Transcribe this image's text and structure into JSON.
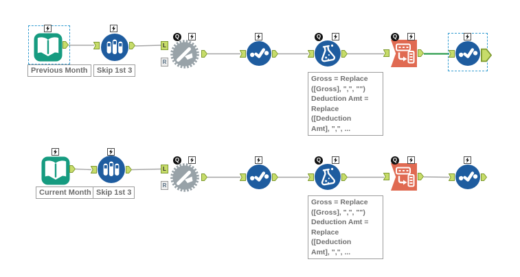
{
  "app": "workflow-canvas",
  "colors": {
    "input_tool_teal": "#169B80",
    "tool_blue": "#1E5C9F",
    "tool_gray": "#98A2A8",
    "tool_salmon": "#E06A52",
    "anchor_fill": "#C7DC6A",
    "anchor_border": "#7D992F",
    "wire_gray": "#A6A6A6",
    "wire_green": "#2E9E4E",
    "selection_blue": "#2F9AD0",
    "label_text": "#6B6B6B"
  },
  "badges": {
    "q": "Q",
    "left": "L",
    "right": "R"
  },
  "flows": [
    {
      "input_label": "Previous Month",
      "sample_label": "Skip 1st 3",
      "formula_annotation": "Gross = Replace\n([Gross], \",\", \"\")\nDeduction Amt =\nReplace\n([Deduction\nAmt], \",\", ..."
    },
    {
      "input_label": "Current Month",
      "sample_label": "Skip 1st 3",
      "formula_annotation": "Gross = Replace\n([Gross], \",\", \"\")\nDeduction Amt =\nReplace\n([Deduction\nAmt], \",\", ..."
    }
  ]
}
